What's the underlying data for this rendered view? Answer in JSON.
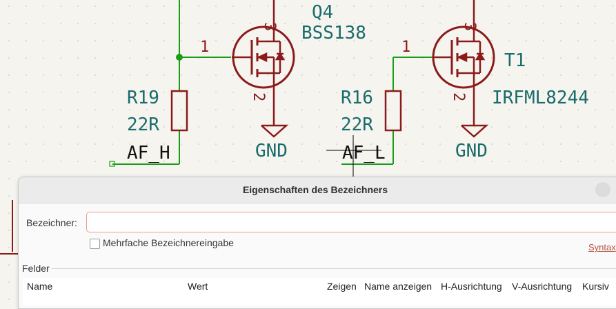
{
  "schematic": {
    "q4_ref": "Q4",
    "q4_value": "BSS138",
    "q4_gate_pin": "1",
    "q4_drain_pin": "3",
    "q4_source_pin": "2",
    "t1_ref": "T1",
    "t1_value": "IRFML8244",
    "t1_gate_pin": "1",
    "t1_drain_pin": "3",
    "t1_source_pin": "2",
    "r19_ref": "R19",
    "r19_value": "22R",
    "r16_ref": "R16",
    "r16_value": "22R",
    "gnd_left": "GND",
    "gnd_right": "GND",
    "label_af_h": "AF_H",
    "label_af_l": "AF_L"
  },
  "dialog": {
    "title": "Eigenschaften des Bezeichners",
    "label_caption": "Bezeichner:",
    "label_value": "",
    "multi_label_checkbox": "Mehrfache Bezeichnereingabe",
    "multi_label_checked": false,
    "syntax_link": "Syntax",
    "fields_group": "Felder",
    "columns": [
      "Name",
      "Wert",
      "Zeigen",
      "Name anzeigen",
      "H-Ausrichtung",
      "V-Ausrichtung",
      "Kursiv"
    ]
  },
  "colors": {
    "wire": "#1a9e1a",
    "symbol": "#8b1a1a",
    "text": "#1a6b6b",
    "input_border": "#e89b8a",
    "link": "#b4533e"
  }
}
